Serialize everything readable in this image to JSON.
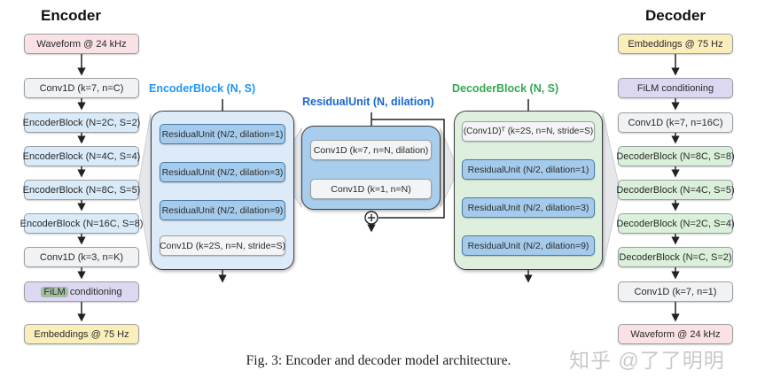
{
  "figure": {
    "caption": "Fig. 3: Encoder and decoder model architecture.",
    "watermark": "知乎 @了了明明"
  },
  "colors": {
    "encoder_block_title": "#2196f3",
    "residual_unit_title": "#1967d2",
    "decoder_block_title": "#34a853",
    "film_highlight": "#a2bfa1",
    "waveform_box": "#f9e1e4",
    "embeddings_box": "#faeebb",
    "film_box": "#ddd8f1",
    "encoder_block_box": "#d9eaf8",
    "decoder_block_box": "#dbf0da",
    "residual_unit_box": "#a5cbec"
  },
  "encoder_column": {
    "title": "Encoder",
    "blocks": [
      {
        "label": "Waveform @ 24 kHz"
      },
      {
        "label": "Conv1D (k=7, n=C)"
      },
      {
        "label": "EncoderBlock (N=2C, S=2)"
      },
      {
        "label": "EncoderBlock (N=4C, S=4)"
      },
      {
        "label": "EncoderBlock (N=8C, S=5)"
      },
      {
        "label": "EncoderBlock (N=16C, S=8)"
      },
      {
        "label": "Conv1D (k=3, n=K)"
      },
      {
        "label_highlight": "FiLM",
        "label_rest": " conditioning"
      },
      {
        "label": "Embeddings @ 75 Hz"
      }
    ]
  },
  "decoder_column": {
    "title": "Decoder",
    "blocks": [
      {
        "label": "Embeddings @ 75 Hz"
      },
      {
        "label": "FiLM conditioning"
      },
      {
        "label": "Conv1D (k=7, n=16C)"
      },
      {
        "label": "DecoderBlock (N=8C, S=8)"
      },
      {
        "label": "DecoderBlock (N=4C, S=5)"
      },
      {
        "label": "DecoderBlock (N=2C, S=4)"
      },
      {
        "label": "DecoderBlock (N=C, S=2)"
      },
      {
        "label": "Conv1D (k=7, n=1)"
      },
      {
        "label": "Waveform @ 24 kHz"
      }
    ]
  },
  "encoder_block_panel": {
    "title": "EncoderBlock (N, S)",
    "items": [
      {
        "label": "ResidualUnit (N/2, dilation=1)"
      },
      {
        "label": "ResidualUnit (N/2, dilation=3)"
      },
      {
        "label": "ResidualUnit (N/2, dilation=9)"
      },
      {
        "label": "Conv1D (k=2S, n=N, stride=S)"
      }
    ]
  },
  "residual_unit_panel": {
    "title": "ResidualUnit (N, dilation)",
    "items": [
      {
        "label": "Conv1D (k=7, n=N, dilation)"
      },
      {
        "label": "Conv1D (k=1, n=N)"
      }
    ],
    "sum_symbol": "+"
  },
  "decoder_block_panel": {
    "title": "DecoderBlock (N, S)",
    "items": [
      {
        "label": "(Conv1D)ᵀ (k=2S, n=N, stride=S)"
      },
      {
        "label": "ResidualUnit (N/2, dilation=1)"
      },
      {
        "label": "ResidualUnit (N/2, dilation=3)"
      },
      {
        "label": "ResidualUnit (N/2, dilation=9)"
      }
    ]
  }
}
